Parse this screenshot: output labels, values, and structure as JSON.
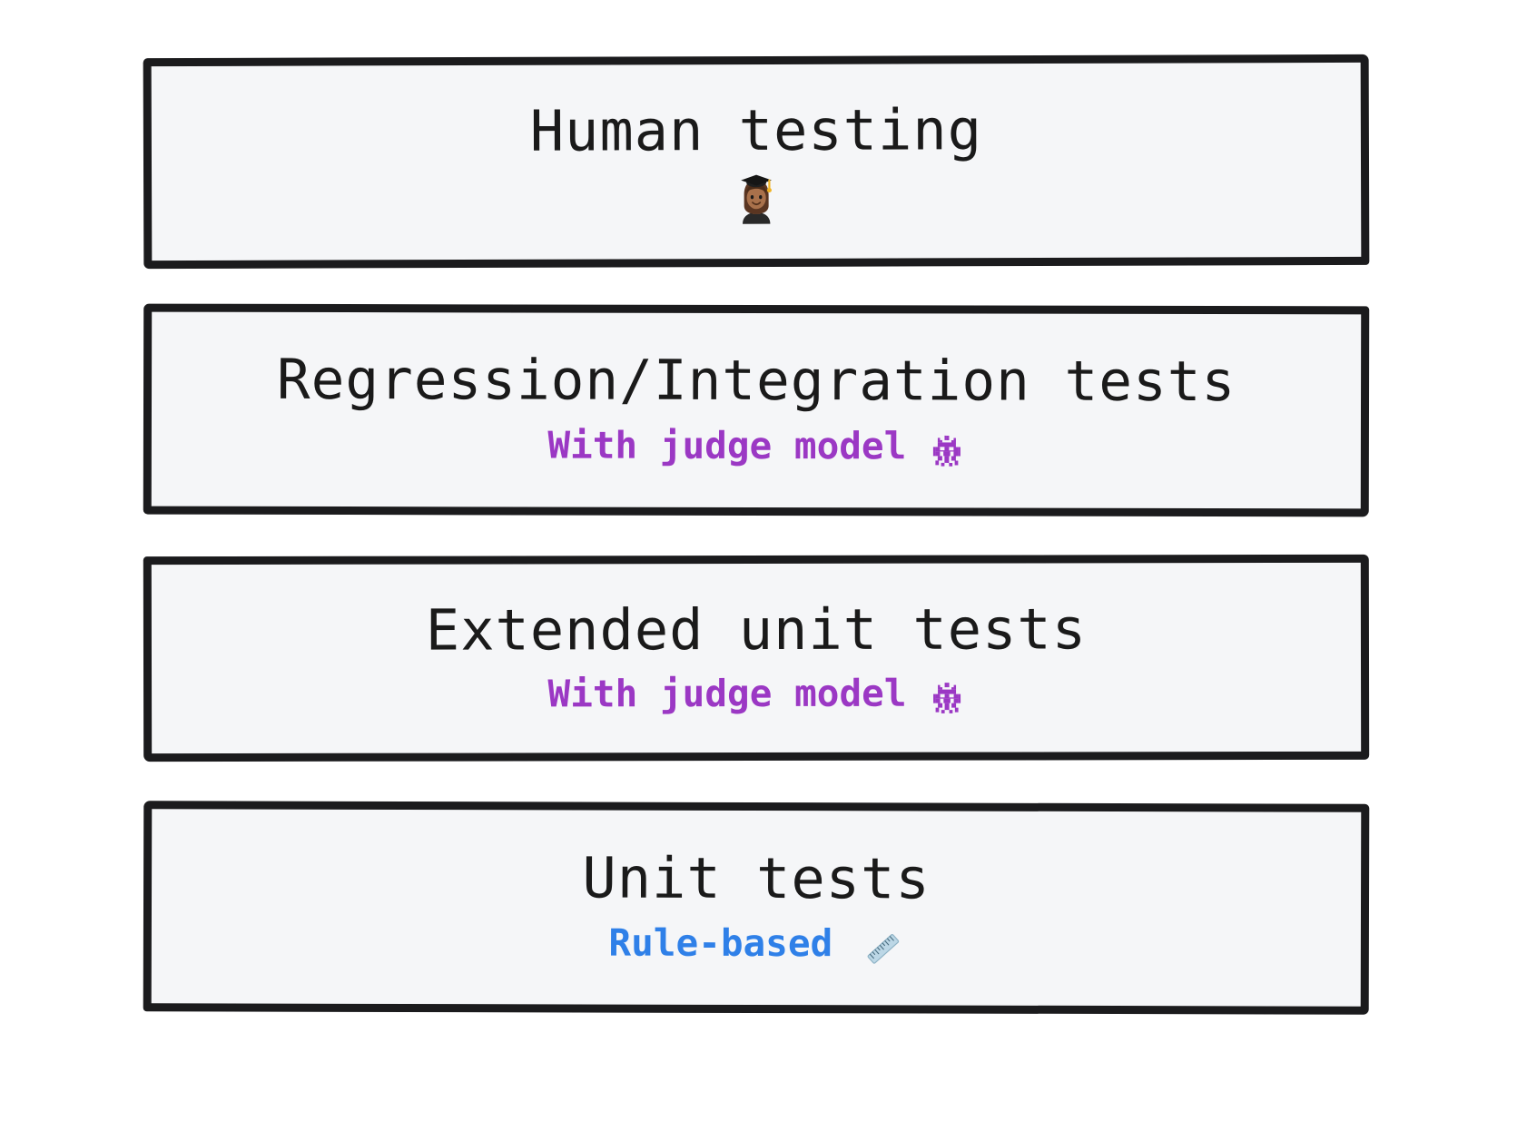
{
  "diagram": {
    "type": "testing-pyramid-layers",
    "background_color": "#ffffff",
    "box_fill_color": "#f5f6f8",
    "box_border_color": "#1b1b1d",
    "accent_purple": "#9b38c4",
    "accent_blue": "#2f80e8",
    "title_color": "#1a1a1a",
    "layers": [
      {
        "id": "human-testing",
        "title": "Human testing",
        "subtitle": "",
        "subtitle_color": "",
        "emoji": "🧑🏽‍🎓",
        "emoji_name": "graduate-emoji",
        "emoji_position": "below-title"
      },
      {
        "id": "regression-integration-tests",
        "title": "Regression/Integration tests",
        "subtitle": "With judge model",
        "subtitle_color": "#9b38c4",
        "emoji": "👾",
        "emoji_name": "alien-monster-emoji",
        "emoji_position": "inline-after-subtitle"
      },
      {
        "id": "extended-unit-tests",
        "title": "Extended unit tests",
        "subtitle": "With judge model",
        "subtitle_color": "#9b38c4",
        "emoji": "👾",
        "emoji_name": "alien-monster-emoji",
        "emoji_position": "inline-after-subtitle"
      },
      {
        "id": "unit-tests",
        "title": "Unit tests",
        "subtitle": "Rule-based",
        "subtitle_color": "#2f80e8",
        "emoji": "📏",
        "emoji_name": "straight-ruler-emoji",
        "emoji_position": "inline-after-subtitle"
      }
    ]
  }
}
